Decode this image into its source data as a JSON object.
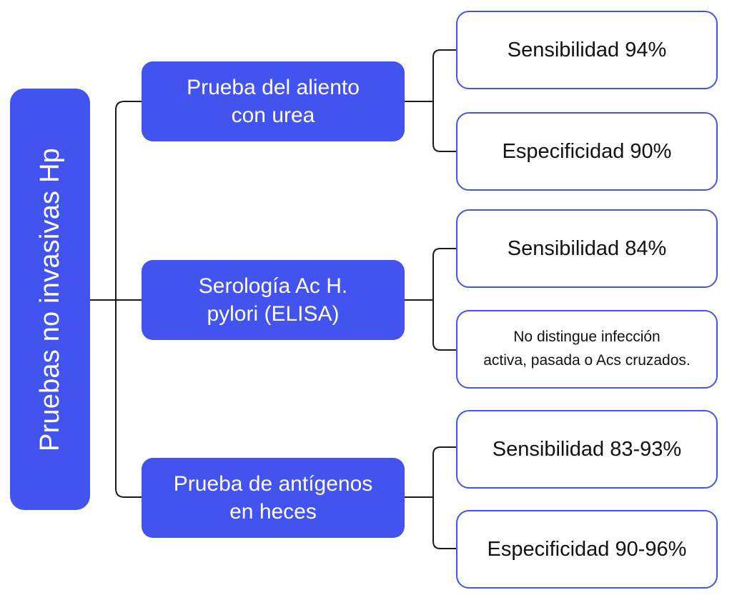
{
  "diagram": {
    "root": {
      "label": "Pruebas no invasivas Hp"
    },
    "tests": [
      {
        "lines": [
          "Prueba del aliento",
          "con urea"
        ],
        "results": [
          {
            "lines": [
              "Sensibilidad 94%"
            ]
          },
          {
            "lines": [
              "Especificidad 90%"
            ]
          }
        ]
      },
      {
        "lines": [
          "Serología Ac H.",
          "pylori (ELISA)"
        ],
        "results": [
          {
            "lines": [
              "Sensibilidad 84%"
            ]
          },
          {
            "lines": [
              "No distingue infección",
              "activa, pasada  o Acs cruzados."
            ]
          }
        ]
      },
      {
        "lines": [
          "Prueba de antígenos",
          "en heces"
        ],
        "results": [
          {
            "lines": [
              "Sensibilidad 83-93%"
            ]
          },
          {
            "lines": [
              "Especificidad 90-96%"
            ]
          }
        ]
      }
    ],
    "colors": {
      "primary": "#4353f0",
      "line": "#1a1a1a",
      "text": "#111111"
    }
  }
}
